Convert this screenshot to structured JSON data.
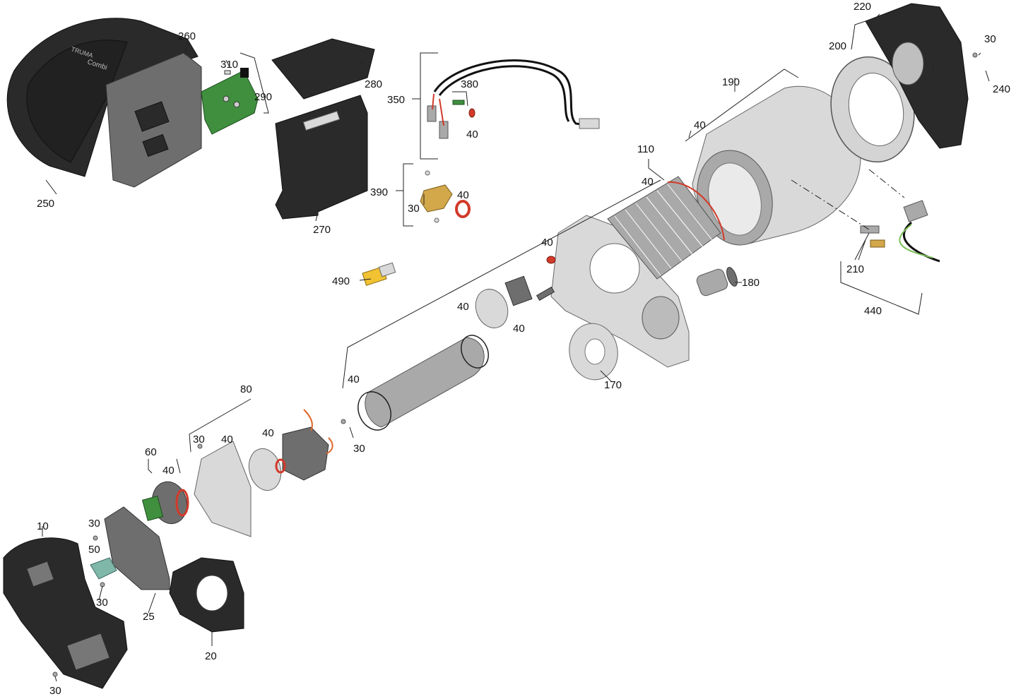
{
  "labels": {
    "l10": "10",
    "l20": "20",
    "l25": "25",
    "l30a": "30",
    "l30b": "30",
    "l30c": "30",
    "l30d": "30",
    "l30e": "30",
    "l30f": "30",
    "l30g": "30",
    "l40a": "40",
    "l40b": "40",
    "l40c": "40",
    "l40d": "40",
    "l40e": "40",
    "l40f": "40",
    "l40g": "40",
    "l40h": "40",
    "l40i": "40",
    "l40j": "40",
    "l40k": "40",
    "l50": "50",
    "l60": "60",
    "l80": "80",
    "l110": "110",
    "l170": "170",
    "l180": "180",
    "l190": "190",
    "l200": "200",
    "l210": "210",
    "l220": "220",
    "l240": "240",
    "l250": "250",
    "l260": "260",
    "l270": "270",
    "l280": "280",
    "l290": "290",
    "l310": "310",
    "l350": "350",
    "l380": "380",
    "l390": "390",
    "l440": "440",
    "l490": "490"
  },
  "housing_text": {
    "brand": "TRUMA",
    "model": "Combi"
  }
}
